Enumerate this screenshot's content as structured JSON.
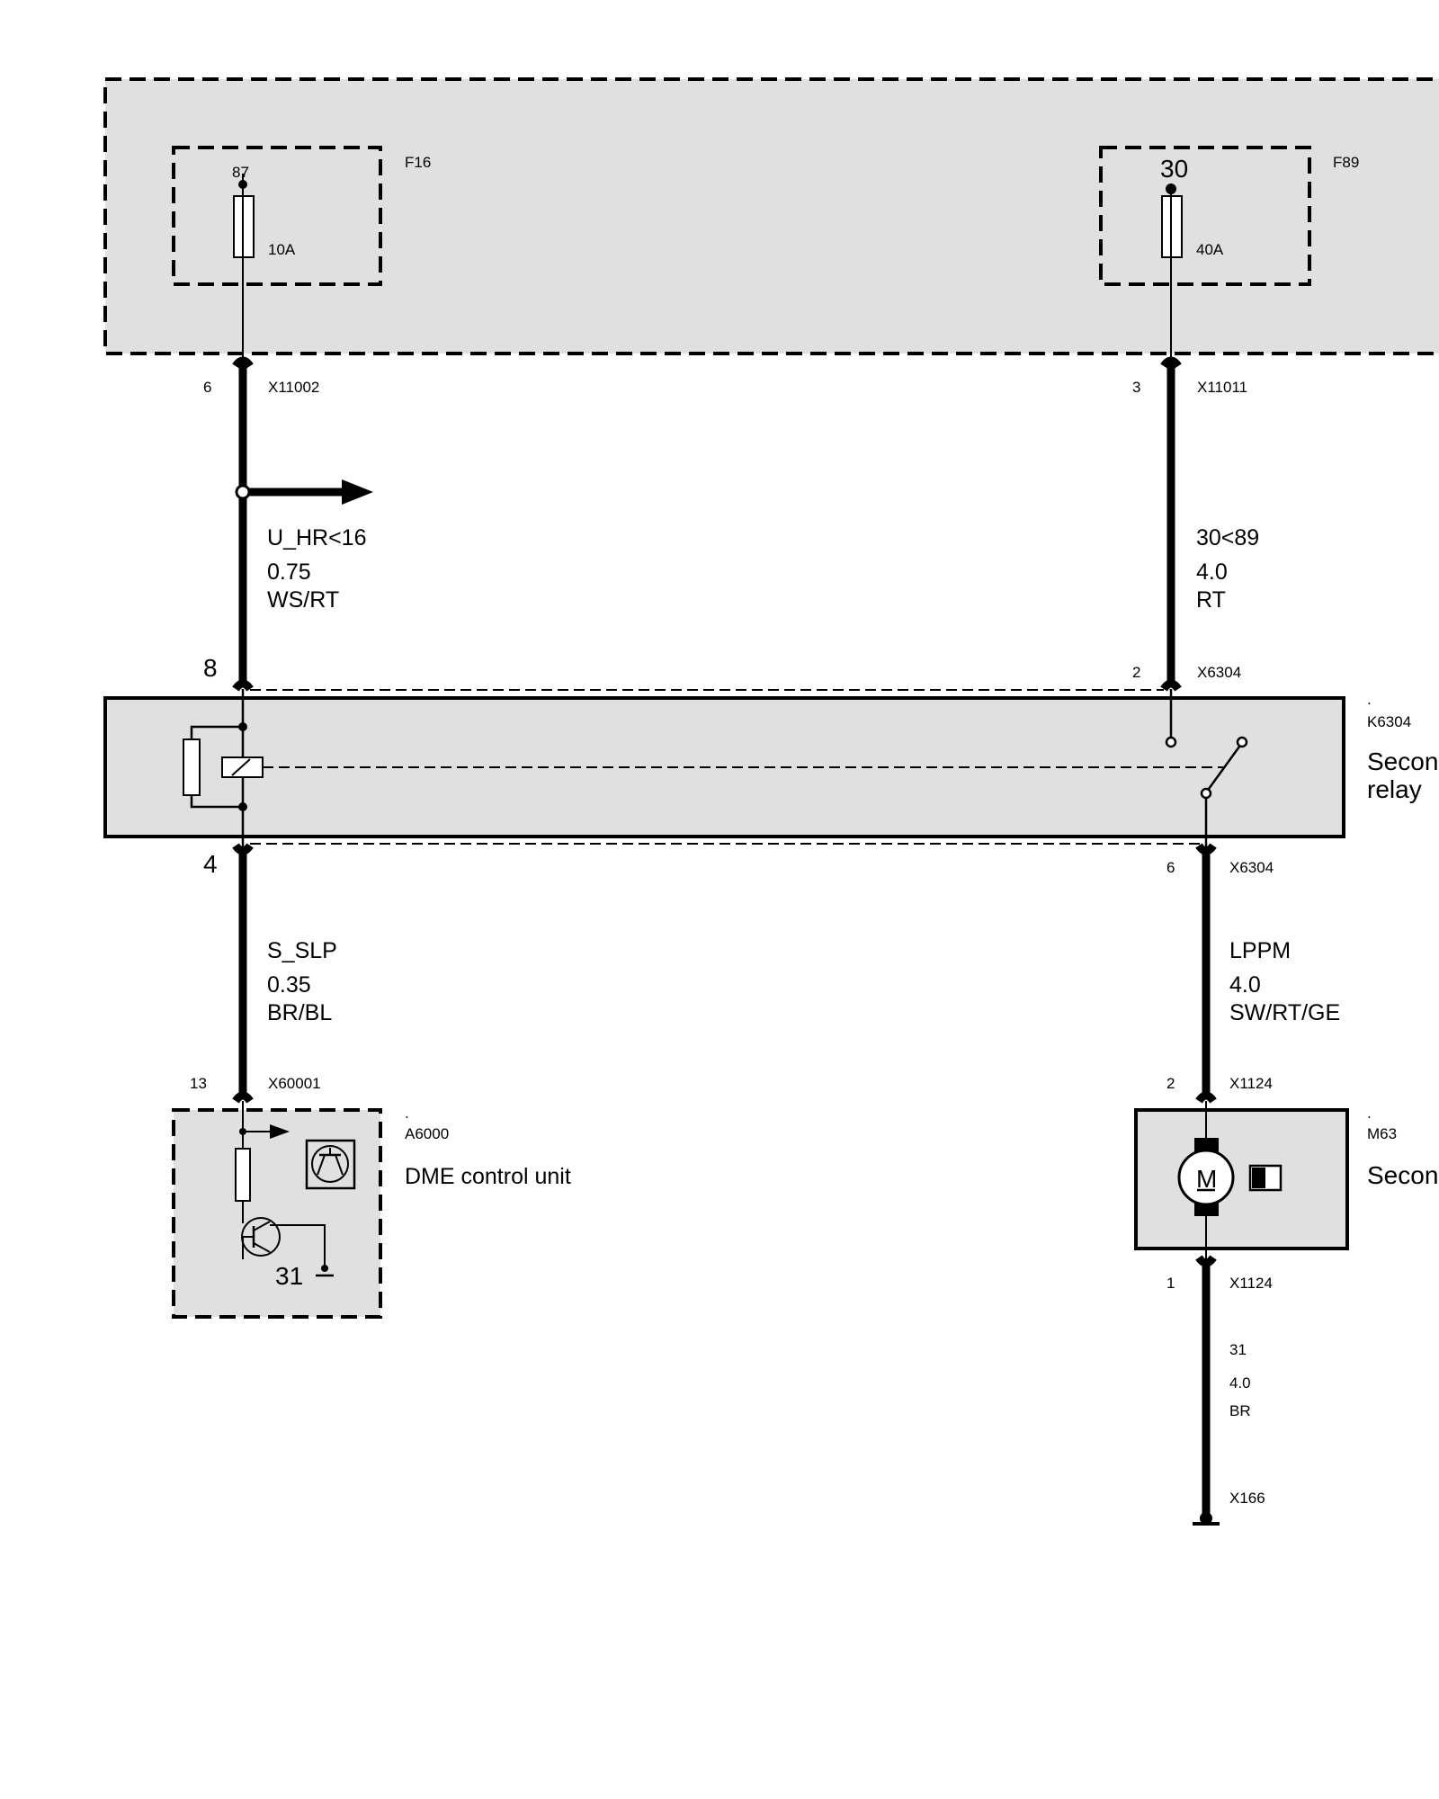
{
  "fuse_box": {
    "fuse_left": {
      "id": "F16",
      "terminal": "87",
      "rating": "10A"
    },
    "fuse_right": {
      "id": "F89",
      "terminal": "30",
      "rating": "40A"
    }
  },
  "wires": {
    "left_top": {
      "pin": "6",
      "connector": "X11002",
      "signal": "U_HR<16",
      "gauge": "0.75",
      "color": "WS/RT"
    },
    "right_top": {
      "pin": "3",
      "connector": "X11011",
      "signal": "30<89",
      "gauge": "4.0",
      "color": "RT"
    },
    "left_bottom": {
      "pin_top": "4",
      "pin_bottom": "13",
      "connector": "X60001",
      "signal": "S_SLP",
      "gauge": "0.35",
      "color": "BR/BL"
    },
    "right_bottom": {
      "pin_top": "6",
      "connector_top": "X6304",
      "pin_bottom": "2",
      "connector_bottom": "X1124",
      "signal": "LPPM",
      "gauge": "4.0",
      "color": "SW/RT/GE"
    },
    "ground": {
      "pin": "1",
      "connector": "X1124",
      "signal": "31",
      "gauge": "4.0",
      "color": "BR",
      "ground_point": "X166"
    }
  },
  "relay": {
    "dot": ".",
    "id": "K6304",
    "label_line1": "Secon",
    "label_line2": "relay",
    "pin_left": "8",
    "pin_right": "2",
    "connector": "X6304"
  },
  "dme": {
    "dot": ".",
    "id": "A6000",
    "label": "DME control unit",
    "ground_label": "31"
  },
  "pump": {
    "dot": ".",
    "id": "M63",
    "label": "Secon",
    "motor_symbol": "M"
  }
}
